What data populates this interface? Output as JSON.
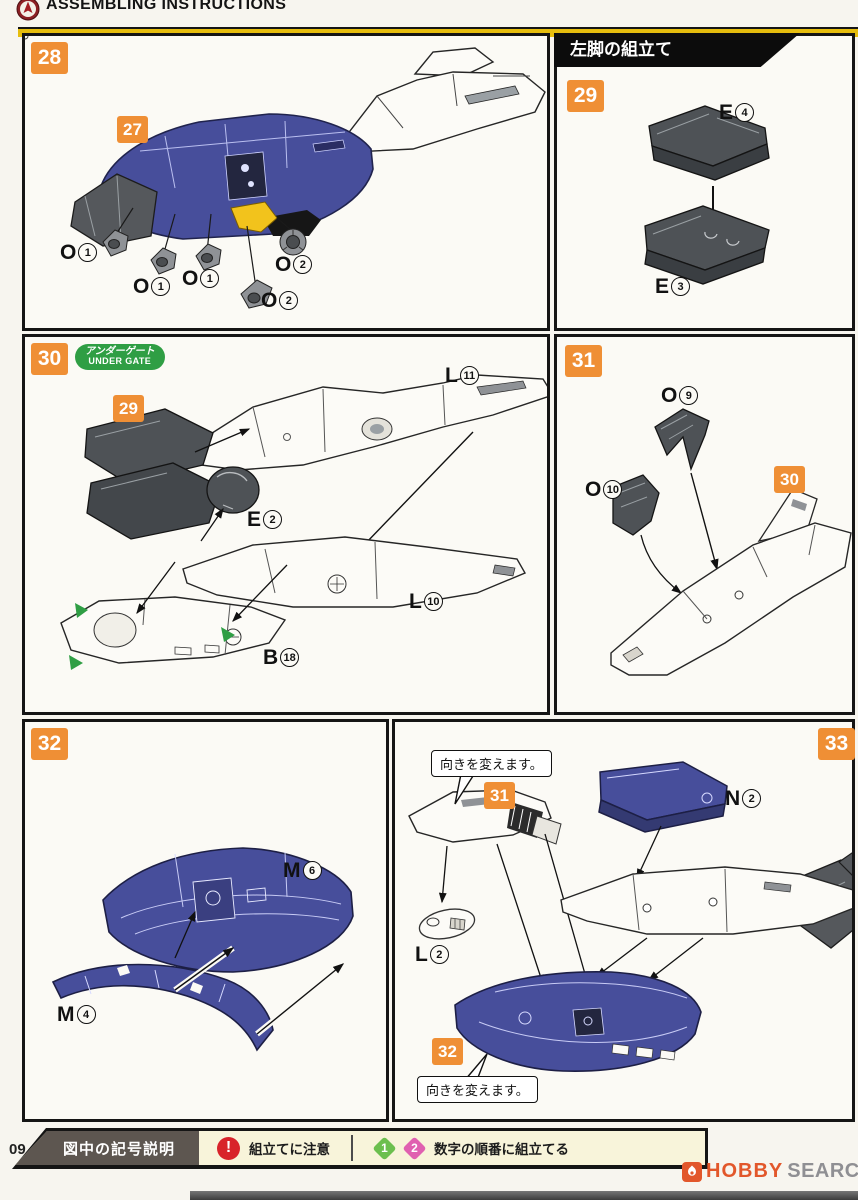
{
  "header": {
    "title": "ASSEMBLING INSTRUCTIONS"
  },
  "section_title": "左脚の組立て",
  "panels": {
    "p28": {
      "step": "28",
      "ref": "27",
      "parts": [
        {
          "letter": "O",
          "num": "1"
        },
        {
          "letter": "O",
          "num": "1"
        },
        {
          "letter": "O",
          "num": "1"
        },
        {
          "letter": "O",
          "num": "2"
        },
        {
          "letter": "O",
          "num": "2"
        }
      ]
    },
    "p29": {
      "step": "29",
      "parts": [
        {
          "letter": "E",
          "num": "4"
        },
        {
          "letter": "E",
          "num": "3"
        }
      ]
    },
    "p30": {
      "step": "30",
      "ref": "29",
      "badge_jp": "アンダーゲート",
      "badge_en": "UNDER GATE",
      "parts": [
        {
          "letter": "L",
          "num": "11"
        },
        {
          "letter": "E",
          "num": "2"
        },
        {
          "letter": "L",
          "num": "10"
        },
        {
          "letter": "B",
          "num": "18"
        }
      ]
    },
    "p31": {
      "step": "31",
      "ref": "30",
      "parts": [
        {
          "letter": "O",
          "num": "9"
        },
        {
          "letter": "O",
          "num": "10"
        }
      ]
    },
    "p32": {
      "step": "32",
      "parts": [
        {
          "letter": "M",
          "num": "6"
        },
        {
          "letter": "M",
          "num": "4"
        }
      ]
    },
    "p33": {
      "step": "33",
      "ref_top": "31",
      "ref_bottom": "32",
      "note_top": "向きを変えます。",
      "note_bottom": "向きを変えます。",
      "parts": [
        {
          "letter": "N",
          "num": "2"
        },
        {
          "letter": "L",
          "num": "2"
        }
      ]
    }
  },
  "legend": {
    "title": "図中の記号説明",
    "caution_label": "組立てに注意",
    "order_num_1": "1",
    "order_num_2": "2",
    "order_label": "数字の順番に組立てる"
  },
  "footer": {
    "page_number": "09",
    "watermark_1": "HOBBY",
    "watermark_2": "SEARCH"
  },
  "colors": {
    "accent_orange": "#ef8f35",
    "part_blue": "#474e9b",
    "part_dark": "#4e5256",
    "accent_yellow": "#f2c31c",
    "badge_green": "#2f9e44",
    "caution_red": "#d8232a",
    "order_green": "#6cbf4e",
    "order_pink": "#e060b0"
  }
}
